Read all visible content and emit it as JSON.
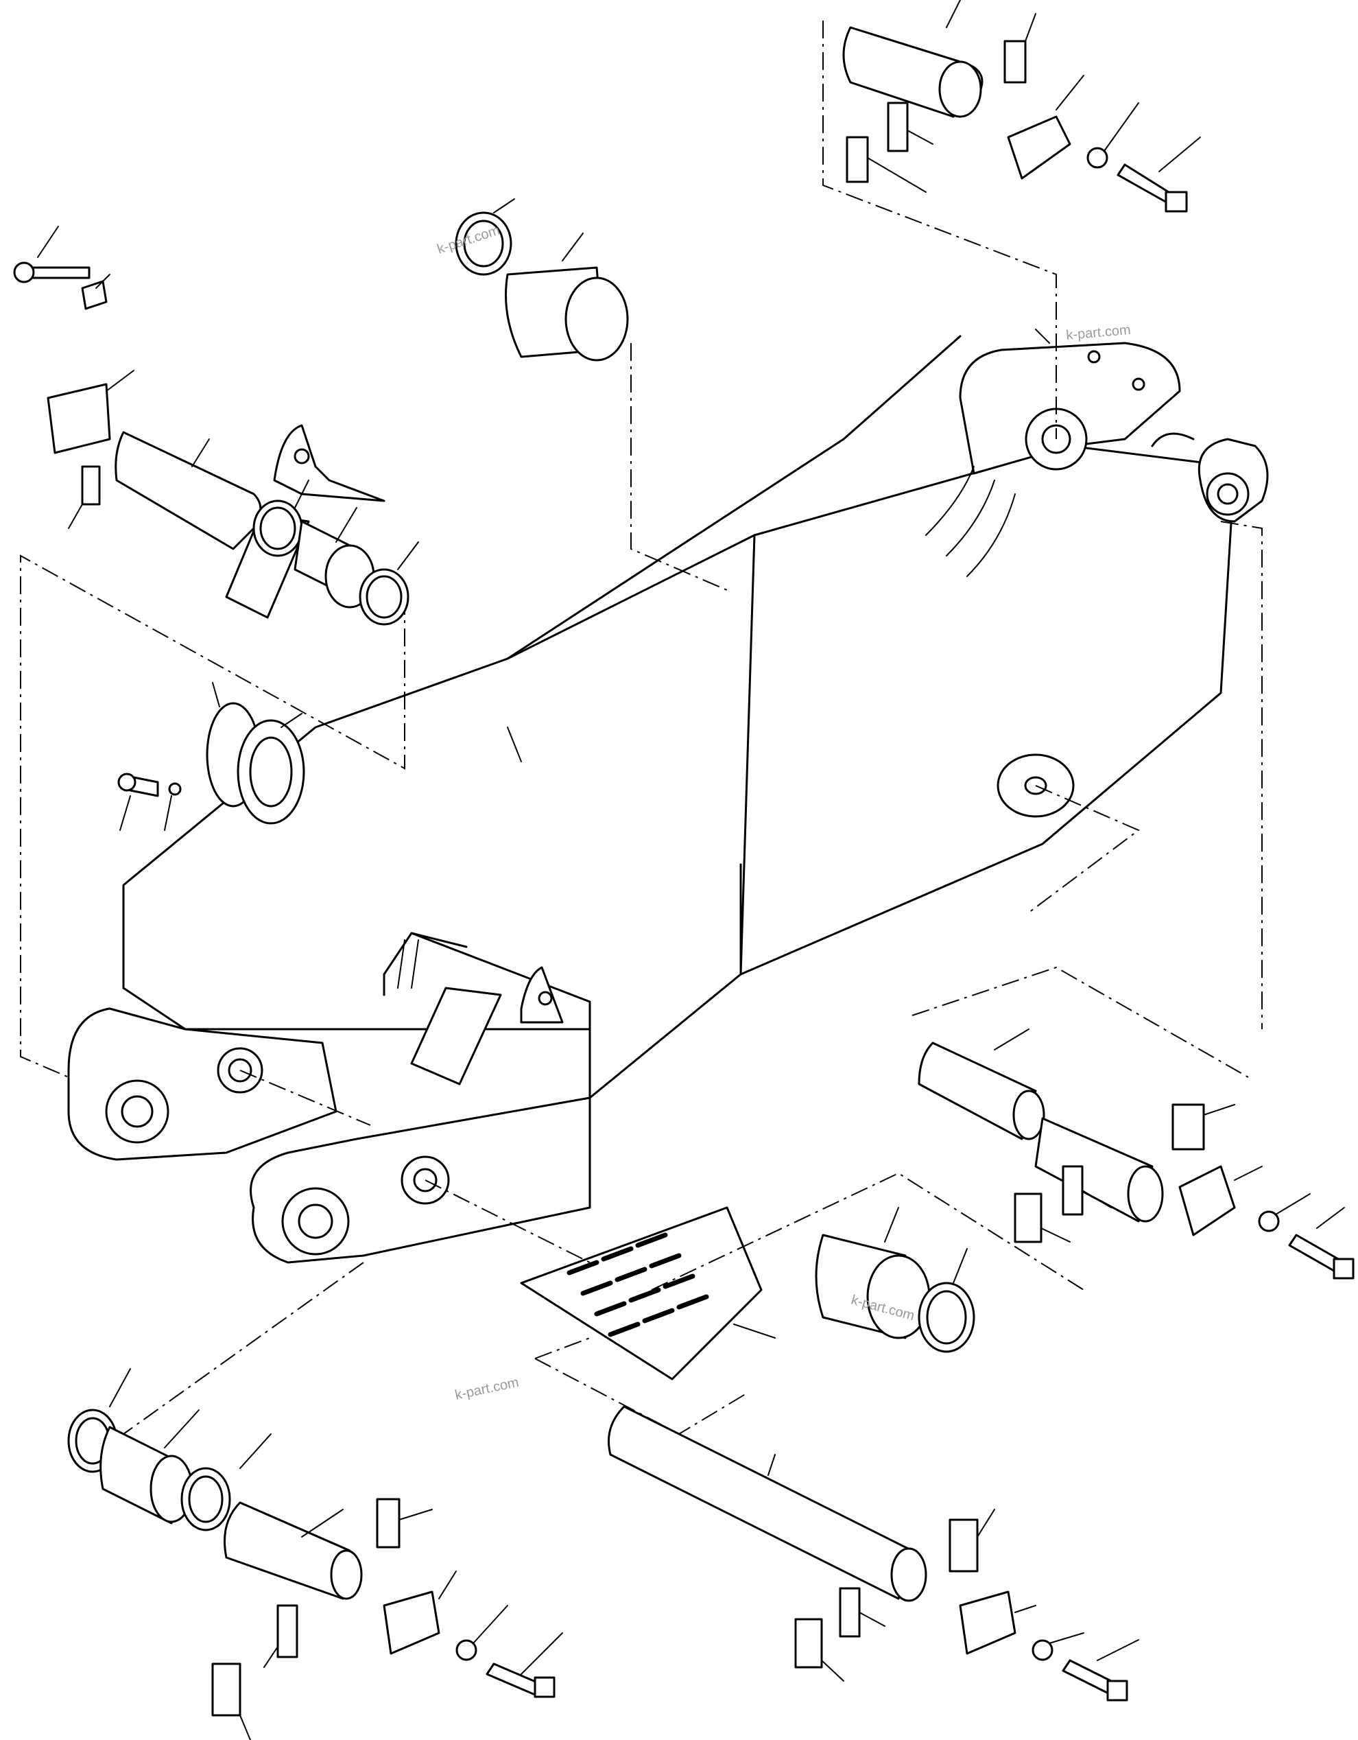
{
  "watermarks": [
    "k-part.com",
    "k-part.com",
    "k-part.com",
    "k-part.com"
  ]
}
